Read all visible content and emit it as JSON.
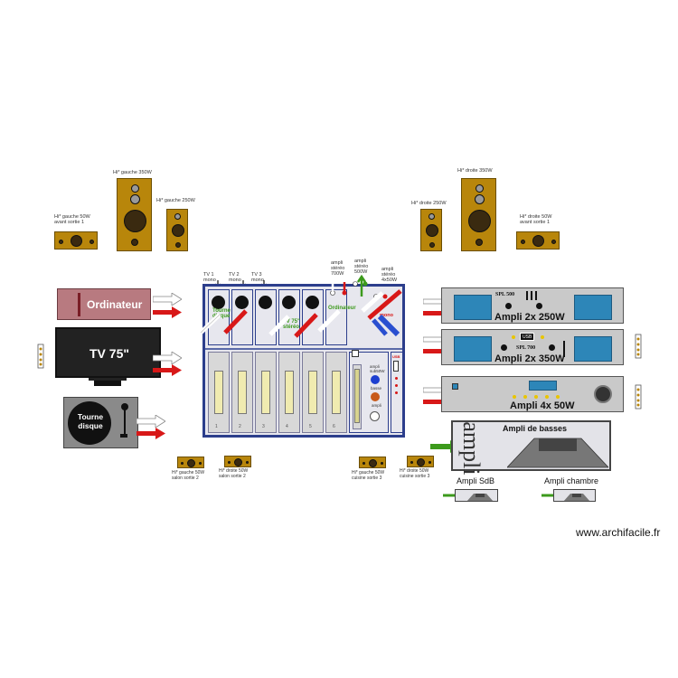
{
  "speakers_top": {
    "left_front": "Hi* gauche 50W\navant sortie 1",
    "left_main": "Hi* gauche 350W",
    "left_mid": "Hi* gauche 250W",
    "right_mid": "Hi* droite 250W",
    "right_main": "Hi* droite 350W",
    "right_front": "Hi* droite 50W\navant sortie 1"
  },
  "sources": {
    "computer": "Ordinateur",
    "tv": "TV 75\"",
    "turntable": "Tourne\ndisque"
  },
  "mixer": {
    "ch1": "TV 1\nmono",
    "ch2": "TV 2\nmono",
    "ch3": "TV 3\nmono",
    "amp_stereo_700": "ampli\nstéréo\n700W",
    "amp_stereo_500": "ampli\nstéréo\n500W",
    "amp_stereo_4x50": "ampli\nstéréo\n4x50W",
    "tourne_label": "Tourne\ndisque",
    "tv75_label": "TV 75\"\nstéréo",
    "ordi_label": "Ordinateur",
    "mono_label": "mono",
    "sub_amp": "ampli\nsub50W",
    "bass": "basse",
    "amp_low": "ampli",
    "usb": "USB",
    "channel_numbers": [
      "1",
      "2",
      "3",
      "4",
      "5",
      "6"
    ]
  },
  "amps": {
    "a1_model": "SPL 500",
    "a1_name": "Ampli 2x 250W",
    "a2_usb": "USB",
    "a2_model": "SPL 700",
    "a2_name": "Ampli 2x 350W",
    "a3_name": "Ampli 4x 50W",
    "bass_name": "Ampli de basses",
    "bass_logo": "ampli"
  },
  "speakers_bottom": {
    "salon_left": "Hi* gauche 50W\nsalon sortie 2",
    "salon_right": "Hi* droite 50W\nsalon sortie 2",
    "kitchen_left": "Hi* gauche 50W\ncuisine sortie 3",
    "kitchen_right": "Hi* droite 50W\ncuisine sortie 3"
  },
  "rooms": {
    "bathroom": "Ampli SdB",
    "bedroom": "Ampli chambre"
  },
  "watermark": "www.archifacile.fr",
  "colors": {
    "arrow_red": "#d81818",
    "arrow_white": "#ffffff",
    "arrow_green": "#3c9a1c",
    "arrow_blue": "#2a4fd0",
    "speaker_wood": "#b8860b",
    "amp_screen": "#2d86b8",
    "mixer_border": "#2c3e8c"
  },
  "icons": [
    "white-arrow-icon",
    "red-arrow-icon",
    "green-arrow-icon",
    "blue-arrow-icon",
    "speaker-cone-icon",
    "knob-icon"
  ]
}
